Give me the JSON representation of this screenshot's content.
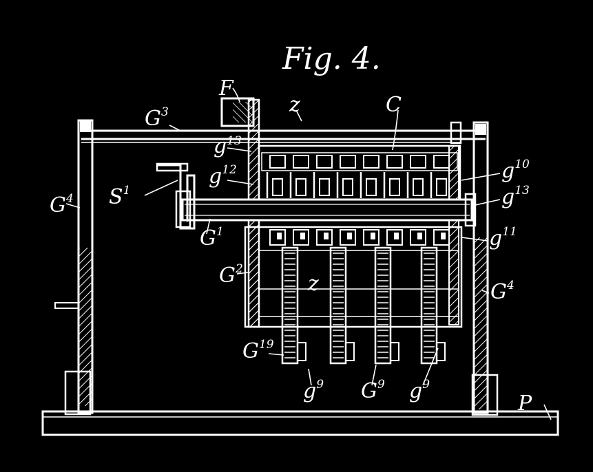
{
  "figure": {
    "title": "Fig. 4.",
    "ink_color": "#ffffff",
    "background_color": "#000000",
    "labels": {
      "F": {
        "base": "F",
        "sup": ""
      },
      "z_top": {
        "base": "z",
        "sup": ""
      },
      "C": {
        "base": "C",
        "sup": ""
      },
      "G3": {
        "base": "G",
        "sup": "3"
      },
      "g13a": {
        "base": "g",
        "sup": "13"
      },
      "g12": {
        "base": "g",
        "sup": "12"
      },
      "g10": {
        "base": "g",
        "sup": "10"
      },
      "g13b": {
        "base": "g",
        "sup": "13"
      },
      "S1": {
        "base": "S",
        "sup": "1"
      },
      "G4L": {
        "base": "G",
        "sup": "4"
      },
      "G1": {
        "base": "G",
        "sup": "1"
      },
      "g11": {
        "base": "g",
        "sup": "11"
      },
      "G2": {
        "base": "G",
        "sup": "2"
      },
      "z_mid": {
        "base": "z",
        "sup": ""
      },
      "G4R": {
        "base": "G",
        "sup": "4"
      },
      "G19": {
        "base": "G",
        "sup": "19"
      },
      "g9a": {
        "base": "g",
        "sup": "9"
      },
      "G9": {
        "base": "G",
        "sup": "9"
      },
      "g9b": {
        "base": "g",
        "sup": "9"
      },
      "P": {
        "base": "P",
        "sup": ""
      }
    }
  }
}
